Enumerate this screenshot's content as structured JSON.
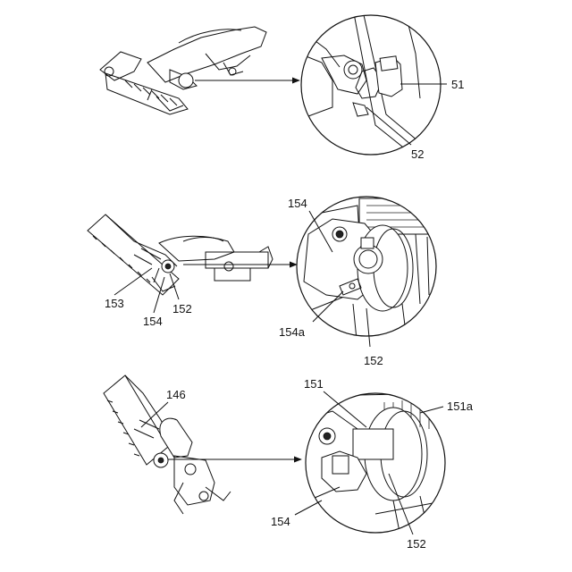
{
  "panels": [
    {
      "labels": [
        "51",
        "52"
      ]
    },
    {
      "labels": [
        "154",
        "154a",
        "152",
        "153",
        "154",
        "152"
      ]
    },
    {
      "labels": [
        "146",
        "151",
        "151a",
        "154",
        "152"
      ]
    }
  ]
}
